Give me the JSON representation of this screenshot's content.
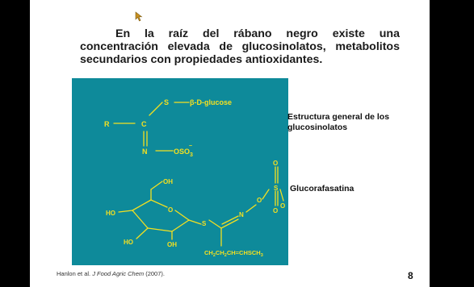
{
  "slide": {
    "heading": "En la raíz del rábano negro existe una concentración elevada de glucosinolatos, metabolitos secundarios con propiedades antioxidantes.",
    "structure_general": {
      "R": "R",
      "C": "C",
      "S": "S",
      "glucose": "β-D-glucose",
      "N": "N",
      "oso3": "OSO",
      "oso3_sub": "3",
      "oso3_sup": "−"
    },
    "structure_glucorafasatina": {
      "OH_top": "OH",
      "HO_left": "HO",
      "HO_bottom": "HO",
      "OH_bottom": "OH",
      "O_ring": "O",
      "S_link": "S",
      "N": "N",
      "O_link": "O",
      "S_sulfonate": "S",
      "O_top": "O",
      "O_minus": "O",
      "O_bottom": "O",
      "chain": "CH2CH2CH=CHSCH3",
      "chain_parts": [
        "CH",
        "2",
        "CH",
        "2",
        "CH=CHSCH",
        "3"
      ]
    },
    "caption_general": "Estructura general de los glucosinolatos",
    "caption_glucorafasatina": "Glucorafasatina",
    "citation_authors": "Hanlon et al. ",
    "citation_journal": "J Food Agric Chem",
    "citation_year": " (2007).",
    "slide_number": "8",
    "colors": {
      "background": "#000000",
      "slide": "#ffffff",
      "panel": "#0e8a9a",
      "chemistry": "#f4e020",
      "cursor": "#c89020"
    }
  }
}
